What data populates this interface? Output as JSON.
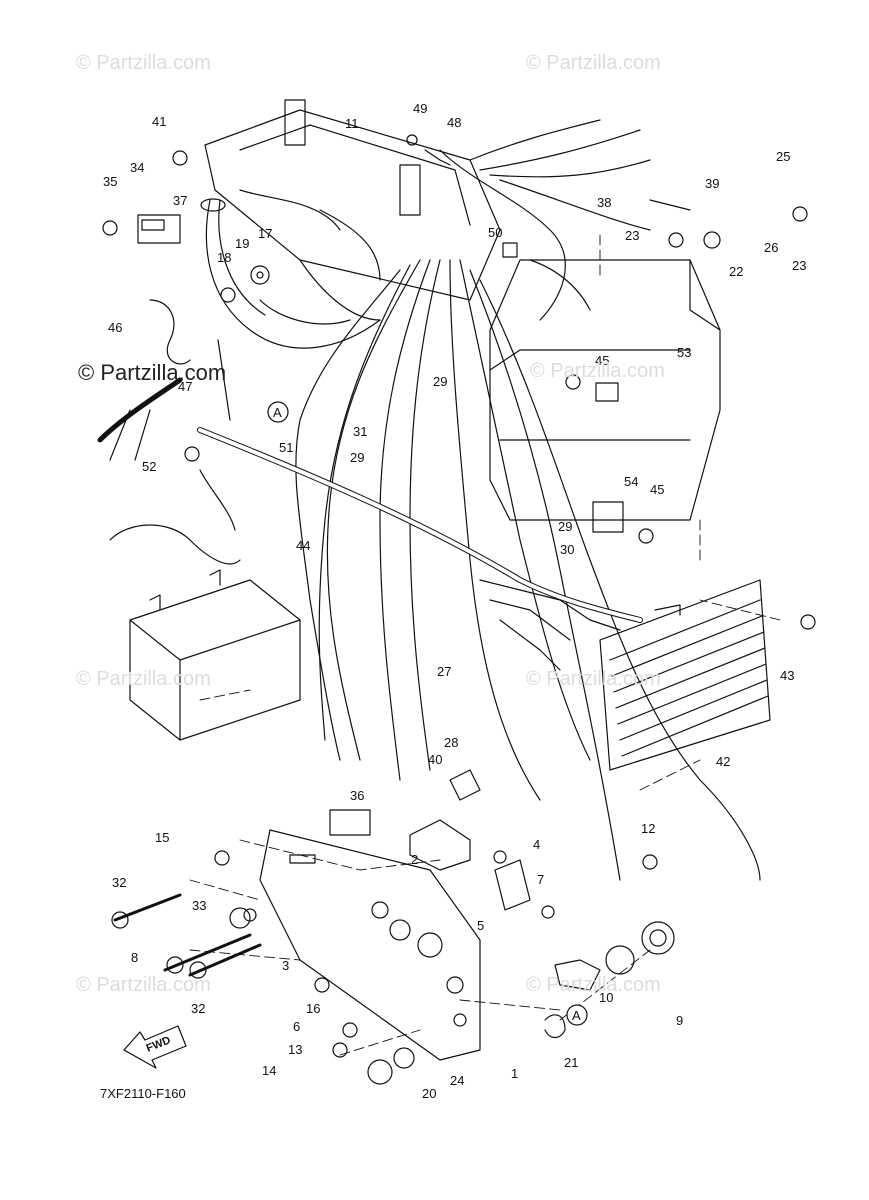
{
  "watermarks": {
    "main": "© Partzilla.com",
    "faint": "© Partzilla.com"
  },
  "diagram_code": "7XF2110-F160",
  "fwd_label": "FWD",
  "circle_ref": "A",
  "callouts": [
    "41",
    "34",
    "35",
    "37",
    "11",
    "49",
    "48",
    "17",
    "19",
    "18",
    "50",
    "38",
    "39",
    "25",
    "23",
    "26",
    "22",
    "23",
    "46",
    "47",
    "53",
    "45",
    "29",
    "31",
    "29",
    "52",
    "51",
    "54",
    "45",
    "29",
    "30",
    "44",
    "43",
    "27",
    "42",
    "28",
    "40",
    "36",
    "15",
    "12",
    "32",
    "4",
    "2",
    "7",
    "33",
    "5",
    "8",
    "32",
    "3",
    "9",
    "10",
    "16",
    "6",
    "21",
    "13",
    "14",
    "24",
    "1",
    "20"
  ],
  "colors": {
    "line": "#111111",
    "watermark": "#dcdcdc",
    "background": "#ffffff"
  }
}
